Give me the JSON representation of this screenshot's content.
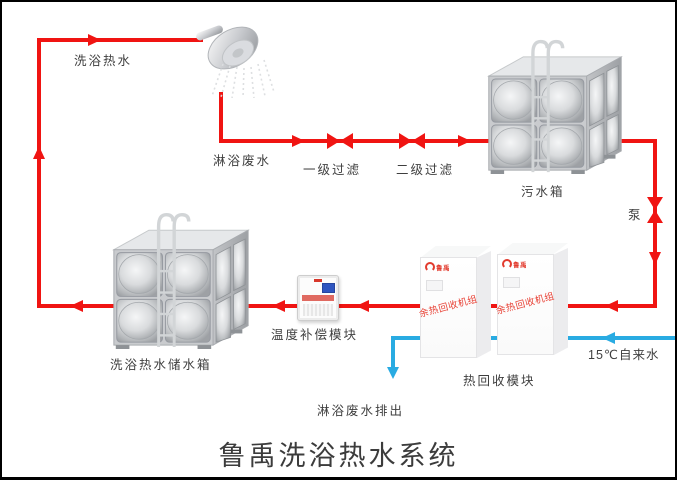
{
  "title": "鲁禹洗浴热水系统",
  "colors": {
    "hot_pipe": "#f01412",
    "cold_pipe": "#29abe2",
    "label_text": "#3f3f3f",
    "unit_text_red": "#e84135"
  },
  "flow_labels": {
    "hot_supply": "洗浴热水",
    "shower_waste": "淋浴废水",
    "tap_water": "15℃自来水",
    "waste_discharge": "淋浴废水排出"
  },
  "components": {
    "filter_stage1": "一级过滤",
    "filter_stage2": "二级过滤",
    "sewage_tank": "污水箱",
    "pump": "泵",
    "heat_recovery_module": "热回收模块",
    "heat_recovery_unit_text": "余热回收机组",
    "unit_brand": "鲁禹",
    "temperature_compensation_module": "温度补偿模块",
    "storage_tank": "洗浴热水储水箱"
  }
}
